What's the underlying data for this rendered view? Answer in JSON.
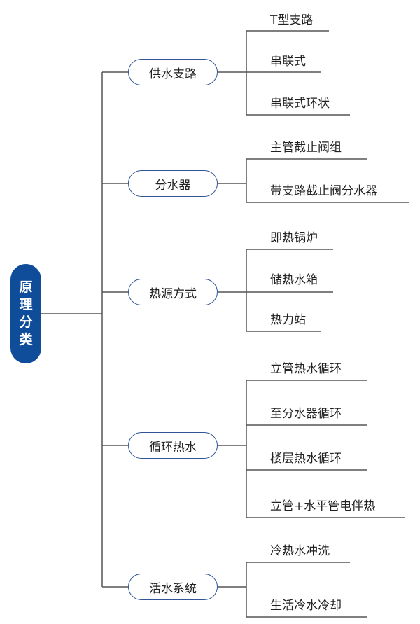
{
  "root": {
    "label": "原理分类",
    "chars": [
      "原",
      "理",
      "分",
      "类"
    ],
    "color": "#0f4c9a"
  },
  "branches": [
    {
      "label": "供水支路",
      "leaves": [
        "T型支路",
        "串联式",
        "串联式环状"
      ]
    },
    {
      "label": "分水器",
      "leaves": [
        "主管截止阀组",
        "带支路截止阀分水器"
      ]
    },
    {
      "label": "热源方式",
      "leaves": [
        "即热锅炉",
        "储热水箱",
        "热力站"
      ]
    },
    {
      "label": "循环热水",
      "leaves": [
        "立管热水循环",
        "至分水器循环",
        "楼层热水循环",
        "立管+水平管电伴热"
      ]
    },
    {
      "label": "活水系统",
      "leaves": [
        "冷热水冲洗",
        "生活冷水冷却"
      ]
    }
  ],
  "colors": {
    "line": "#555555",
    "node_border": "#2f5597"
  }
}
